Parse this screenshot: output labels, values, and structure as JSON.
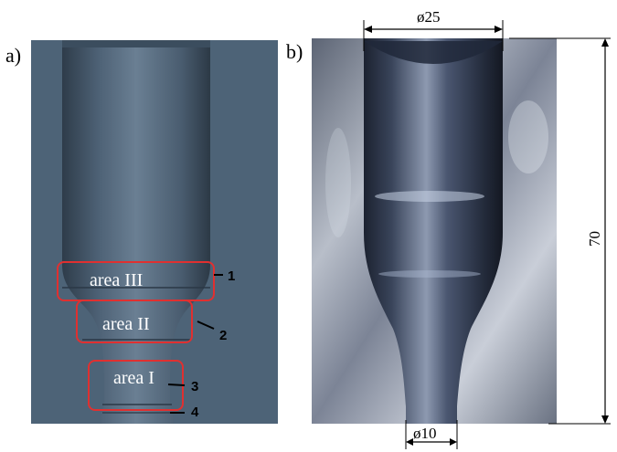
{
  "panels": {
    "a": {
      "label": "a)",
      "regions": [
        {
          "text": "area III",
          "callout": "1"
        },
        {
          "text": "area II",
          "callout": "2"
        },
        {
          "text": "area I",
          "callout": "3"
        }
      ],
      "extra_callout": "4"
    },
    "b": {
      "label": "b)",
      "dim_top": "ø25",
      "dim_bottom": "ø10",
      "dim_height": "70"
    }
  },
  "colors": {
    "model_body": "#4f6579",
    "highlight_box": "#e03030",
    "metal": "#8f96a4"
  }
}
